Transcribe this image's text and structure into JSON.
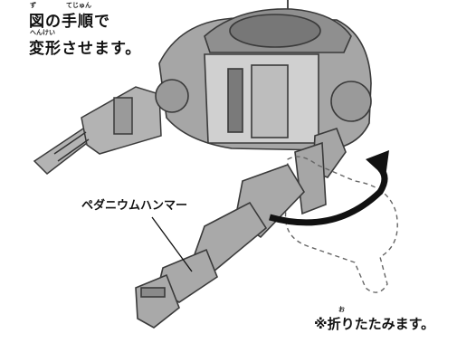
{
  "instruction": {
    "line1": "図の手順で",
    "line2": "変形させます。",
    "ruby_zu": "ず",
    "ruby_tejun": "てじゅん",
    "ruby_henkei": "へんけい"
  },
  "part_label": "ペダニウムハンマー",
  "note": {
    "text": "※折りたたみます。",
    "ruby_ori": "お"
  },
  "colors": {
    "text": "#111111",
    "body_gray": "#a9a9a9",
    "body_dark": "#555555",
    "arrow": "#111111",
    "dashed": "#666666"
  }
}
